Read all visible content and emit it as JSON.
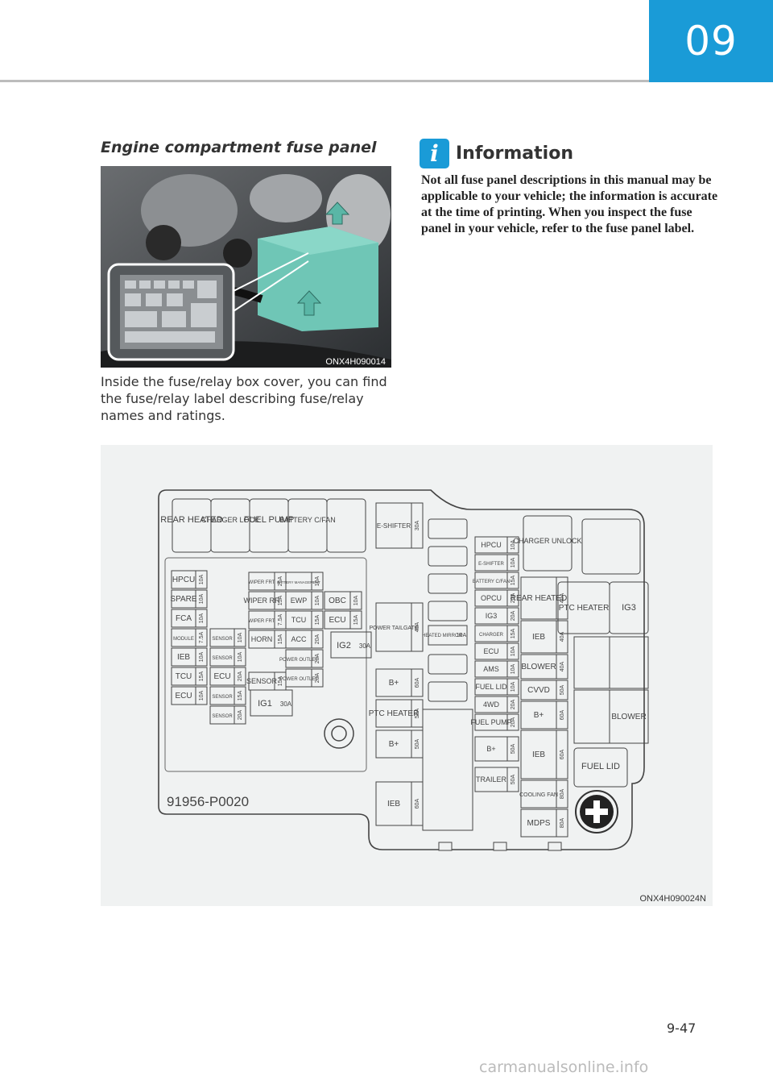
{
  "chapter": "09",
  "section_title": "Engine compartment fuse panel",
  "photo_code": "ONX4H090014",
  "body_text": "Inside the fuse/relay box cover, you can find the fuse/relay label describing fuse/relay names and ratings.",
  "info": {
    "title": "Information",
    "text": "Not all fuse panel descriptions in this manual may be applicable to your vehicle; the information is accurate at the time of printing. When you inspect the fuse panel in your vehicle, refer to the fuse panel label."
  },
  "diagram_code": "ONX4H090024N",
  "part_number": "91956-P0020",
  "page_number": "9-47",
  "watermark": "carmanualsonline.info",
  "fuse_labels": {
    "top_row": [
      "REAR HEATED",
      "CHARGER LOCK",
      "FUEL PUMP",
      "BATTERY C/FAN"
    ],
    "left_grid": [
      {
        "name": "HPCU",
        "rating": "10A"
      },
      {
        "name": "SPARE",
        "rating": "10A"
      },
      {
        "name": "FCA",
        "rating": "10A"
      },
      {
        "name": "MODULE",
        "rating": "7.5A"
      },
      {
        "name": "IEB",
        "rating": "10A"
      },
      {
        "name": "TCU",
        "rating": "15A"
      },
      {
        "name": "ECU",
        "rating": "10A"
      }
    ],
    "sensors": [
      {
        "name": "SENSOR",
        "rating": "10A"
      },
      {
        "name": "SENSOR",
        "rating": "10A"
      },
      {
        "name": "ECU",
        "rating": "20A"
      },
      {
        "name": "SENSOR",
        "rating": "15A"
      },
      {
        "name": "SENSOR",
        "rating": "20A"
      }
    ],
    "center_grid": [
      {
        "name": "WIPER FRT",
        "rating": "25A"
      },
      {
        "name": "WIPER RR",
        "rating": "15A"
      },
      {
        "name": "WIPER FRT",
        "rating": "7.5A"
      },
      {
        "name": "HORN",
        "rating": "15A"
      },
      {
        "name": "SENSOR",
        "rating": "15A"
      }
    ],
    "center_right": [
      {
        "name": "BATTERY MANAGEMENT",
        "rating": "10A"
      },
      {
        "name": "EWP",
        "rating": "10A"
      },
      {
        "name": "TCU",
        "rating": "15A"
      },
      {
        "name": "ACC",
        "rating": "20A"
      },
      {
        "name": "POWER OUTLET",
        "rating": "20A"
      },
      {
        "name": "POWER OUTLET",
        "rating": "20A"
      }
    ],
    "obc": [
      {
        "name": "OBC",
        "rating": "10A"
      },
      {
        "name": "ECU",
        "rating": "15A"
      }
    ],
    "ig": [
      {
        "name": "IG2",
        "rating": "30A"
      },
      {
        "name": "IG1",
        "rating": "30A"
      }
    ],
    "middle_column": [
      {
        "name": "E-SHIFTER",
        "rating": "30A"
      },
      {
        "name": "POWER TAILGATE",
        "rating": "40A"
      },
      {
        "name": "B+",
        "rating": "60A"
      },
      {
        "name": "PTC HEATER",
        "rating": "50A"
      },
      {
        "name": "B+",
        "rating": "50A"
      },
      {
        "name": "IEB",
        "rating": "60A"
      }
    ],
    "heated_mirror": {
      "name": "HEATED MIRROR",
      "rating": "10A"
    },
    "right_column": [
      {
        "name": "HPCU",
        "rating": "10A"
      },
      {
        "name": "E-SHIFTER",
        "rating": "10A"
      },
      {
        "name": "BATTERY C/FAN",
        "rating": "15A"
      },
      {
        "name": "OPCU",
        "rating": "20A"
      },
      {
        "name": "IG3",
        "rating": "20A"
      },
      {
        "name": "CHARGER",
        "rating": "15A"
      },
      {
        "name": "ECU",
        "rating": "10A"
      },
      {
        "name": "AMS",
        "rating": "10A"
      },
      {
        "name": "FUEL LID",
        "rating": "10A"
      },
      {
        "name": "4WD",
        "rating": "20A"
      },
      {
        "name": "FUEL PUMP",
        "rating": "20A"
      },
      {
        "name": "B+",
        "rating": "50A"
      },
      {
        "name": "TRAILER",
        "rating": "50A"
      }
    ],
    "far_right_column": [
      {
        "name": "REAR HEATED",
        "rating": "40A"
      },
      {
        "name": "IEB",
        "rating": "40A"
      },
      {
        "name": "BLOWER",
        "rating": "40A"
      },
      {
        "name": "CVVD",
        "rating": "50A"
      },
      {
        "name": "B+",
        "rating": "60A"
      },
      {
        "name": "IEB",
        "rating": "60A"
      },
      {
        "name": "COOLING FAN",
        "rating": "80A"
      },
      {
        "name": "MDPS",
        "rating": "80A"
      }
    ],
    "relays": [
      "CHARGER UNLOCK",
      "PTC HEATER",
      "IG3",
      "BLOWER",
      "FUEL LID"
    ]
  }
}
